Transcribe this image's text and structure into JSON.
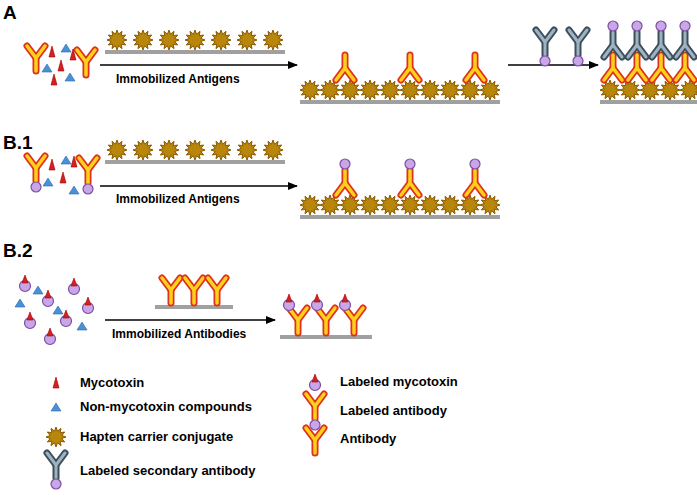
{
  "diagram": {
    "labels": [
      "A",
      "Immobilized Antigens",
      "B.1",
      "Immobilized Antigens",
      "B.2",
      "Immobilized Antibodies"
    ],
    "legend": [
      {
        "text": "Mycotoxin"
      },
      {
        "text": "Non-mycotoxin compounds"
      },
      {
        "text": "Hapten carrier conjugate"
      },
      {
        "text": "Labeled secondary antibody"
      },
      {
        "text": "Labeled mycotoxin"
      },
      {
        "text": "Labeled antibody"
      },
      {
        "text": "Antibody"
      }
    ]
  }
}
